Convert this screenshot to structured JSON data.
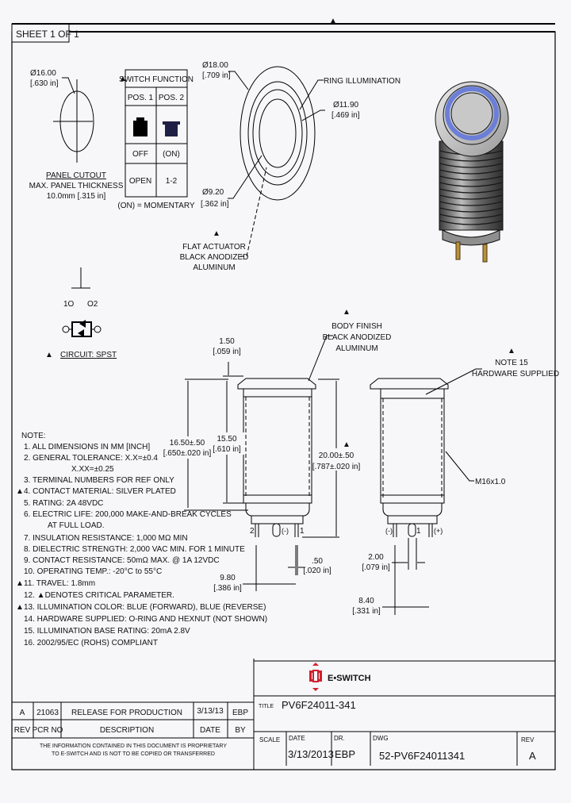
{
  "sheet": {
    "label": "SHEET 1 OF 1"
  },
  "panel_cutout": {
    "dia": "Ø16.00",
    "dia_in": "[.630 in]",
    "title": "PANEL CUTOUT",
    "line2": "MAX. PANEL THICKNESS",
    "line3": "10.0mm [.315 in]"
  },
  "switch_function": {
    "title": "SWITCH FUNCTION",
    "headers": [
      "POS. 1",
      "POS. 2"
    ],
    "states": [
      "OFF",
      "(ON)"
    ],
    "contacts": [
      "OPEN",
      "1-2"
    ],
    "footnote": "(ON) = MOMENTARY",
    "colors": {
      "pos1": "#000000",
      "pos2": "#1f1f45"
    }
  },
  "top_view": {
    "outer_dia": "Ø18.00",
    "outer_dia_in": "[.709 in]",
    "ring_label": "RING ILLUMINATION",
    "ring_dia": "Ø11.90",
    "ring_dia_in": "[.469 in]",
    "act_dia": "Ø9.20",
    "act_dia_in": "[.362 in]",
    "actuator_l1": "FLAT ACTUATOR",
    "actuator_l2": "BLACK ANODIZED",
    "actuator_l3": "ALUMINUM"
  },
  "render": {
    "ring_color": "#6b7fd8",
    "body_color": "#8a8a8a"
  },
  "circuit": {
    "term1": "1O",
    "term2": "O2",
    "label": "CIRCUIT: SPST"
  },
  "side_view": {
    "cap_h": "1.50",
    "cap_h_in": "[.059 in]",
    "body_finish_l1": "BODY FINISH",
    "body_finish_l2": "BLACK ANODIZED",
    "body_finish_l3": "ALUMINUM",
    "overall": "16.50±.50",
    "overall_in": "[.650±.020 in]",
    "body": "15.50",
    "body_in": "[.610 in]",
    "total": "20.00±.50",
    "total_in": "[.787±.020 in]",
    "pin2": "2",
    "pin_minus": "(-)",
    "pin1": "1",
    "pin_w": ".50",
    "pin_w_in": "[.020 in]",
    "pin_sp": "9.80",
    "pin_sp_in": "[.386 in]"
  },
  "front_view": {
    "note_l1": "NOTE 15",
    "note_l2": "HARDWARE SUPPLIED",
    "thread": "M16x1.0",
    "pin_minus": "(-)",
    "pin1": "1",
    "pin_plus": "(+)",
    "led_w": "2.00",
    "led_w_in": "[.079 in]",
    "led_sp": "8.40",
    "led_sp_in": "[.331 in]"
  },
  "notes": {
    "title": "NOTE:",
    "items": [
      "1. ALL DIMENSIONS IN MM [INCH]",
      "2. GENERAL TOLERANCE: X.X=±0.4",
      "X.XX=±0.25",
      "3. TERMINAL NUMBERS FOR REF ONLY",
      "4. CONTACT MATERIAL: SILVER PLATED",
      "5. RATING: 2A 48VDC",
      "6. ELECTRIC LIFE: 200,000 MAKE-AND-BREAK CYCLES",
      "AT FULL LOAD.",
      "7. INSULATION RESISTANCE: 1,000 MΩ MIN",
      "8. DIELECTRIC STRENGTH: 2,000 VAC MIN. FOR 1 MINUTE",
      "9. CONTACT RESISTANCE: 50mΩ MAX. @ 1A 12VDC",
      "10. OPERATING TEMP.: -20°C to 55°C",
      "11. TRAVEL: 1.8mm",
      "12. ▲DENOTES CRITICAL PARAMETER.",
      "13. ILLUMINATION COLOR: BLUE (FORWARD), BLUE (REVERSE)",
      "14. HARDWARE SUPPLIED: O-RING AND HEXNUT (NOT SHOWN)",
      "15. ILLUMINATION BASE RATING: 20mA 2.8V",
      "16. 2002/95/EC (ROHS) COMPLIANT"
    ]
  },
  "revision_table": {
    "row": {
      "rev": "A",
      "pcr": "21063",
      "desc": "RELEASE FOR PRODUCTION",
      "date": "3/13/13",
      "by": "EBP"
    },
    "headers": {
      "rev": "REV",
      "pcr": "PCR NO",
      "desc": "DESCRIPTION",
      "date": "DATE",
      "by": "BY"
    },
    "disclaimer_l1": "THE INFORMATION CONTAINED IN THIS DOCUMENT IS PROPRIETARY",
    "disclaimer_l2": "TO E-SWITCH AND IS NOT TO BE COPIED OR TRANSFERRED"
  },
  "title_block": {
    "brand": "E•SWITCH",
    "brand_color": "#d0202e",
    "title_label": "TITLE",
    "title": "PV6F24011-341",
    "scale_label": "SCALE",
    "date_label": "DATE",
    "date": "3/13/2013",
    "dr_label": "DR.",
    "dr": "EBP",
    "dwg_label": "DWG",
    "dwg": "52-PV6F24011341",
    "rev_label": "REV",
    "rev": "A"
  }
}
